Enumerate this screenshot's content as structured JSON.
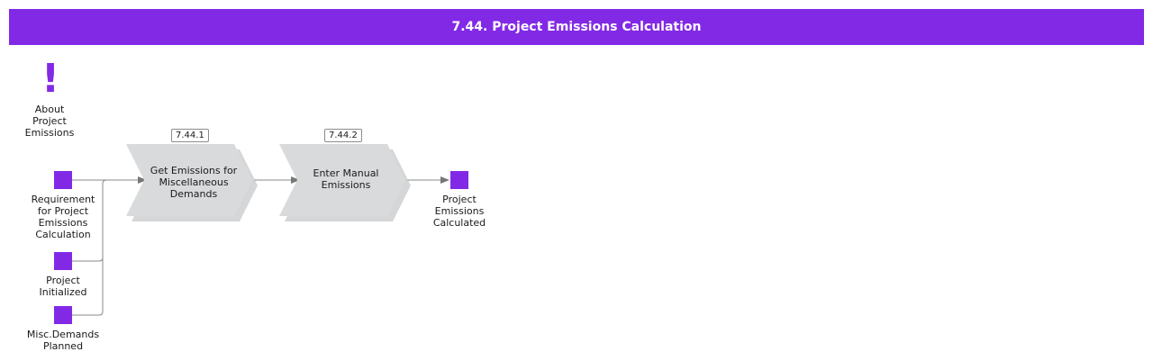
{
  "title": "7.44. Project Emissions Calculation",
  "colors": {
    "accent": "#8229e6",
    "process_fill": "#d9dadb",
    "connector": "#888888"
  },
  "info": {
    "icon": "exclamation-icon",
    "glyph": "!",
    "label": "About\nProject\nEmissions"
  },
  "events": {
    "requirement": "Requirement\nfor Project\nEmissions\nCalculation",
    "initialized": "Project\nInitialized",
    "planned": "Misc.Demands\nPlanned",
    "calculated": "Project\nEmissions\nCalculated"
  },
  "processes": [
    {
      "id": "7.44.1",
      "label": "Get Emissions for\nMiscellaneous\nDemands"
    },
    {
      "id": "7.44.2",
      "label": "Enter Manual\nEmissions"
    }
  ]
}
